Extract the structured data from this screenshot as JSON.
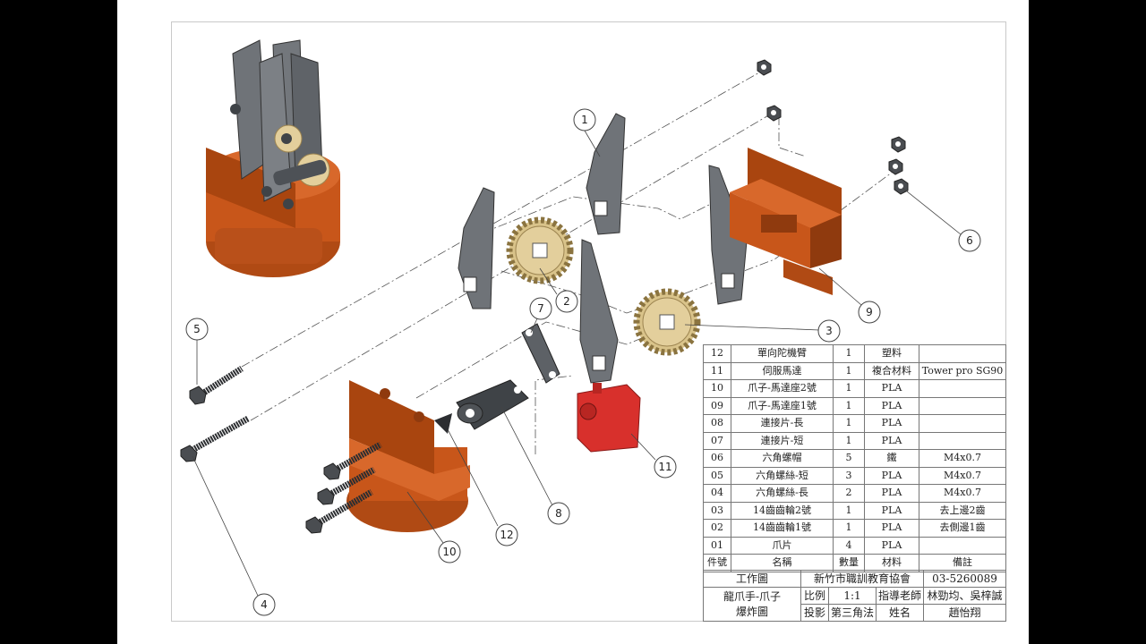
{
  "balloons": [
    "1",
    "2",
    "3",
    "4",
    "5",
    "6",
    "7",
    "8",
    "9",
    "10",
    "11",
    "12"
  ],
  "bom": {
    "rows": [
      {
        "no": "12",
        "name": "單向陀機臂",
        "qty": "1",
        "material": "塑料",
        "remark": ""
      },
      {
        "no": "11",
        "name": "伺服馬達",
        "qty": "1",
        "material": "複合材料",
        "remark": "Tower pro SG90"
      },
      {
        "no": "10",
        "name": "爪子-馬達座2號",
        "qty": "1",
        "material": "PLA",
        "remark": ""
      },
      {
        "no": "09",
        "name": "爪子-馬達座1號",
        "qty": "1",
        "material": "PLA",
        "remark": ""
      },
      {
        "no": "08",
        "name": "連接片-長",
        "qty": "1",
        "material": "PLA",
        "remark": ""
      },
      {
        "no": "07",
        "name": "連接片-短",
        "qty": "1",
        "material": "PLA",
        "remark": ""
      },
      {
        "no": "06",
        "name": "六角螺帽",
        "qty": "5",
        "material": "鐵",
        "remark": "M4x0.7"
      },
      {
        "no": "05",
        "name": "六角螺絲-短",
        "qty": "3",
        "material": "PLA",
        "remark": "M4x0.7"
      },
      {
        "no": "04",
        "name": "六角螺絲-長",
        "qty": "2",
        "material": "PLA",
        "remark": "M4x0.7"
      },
      {
        "no": "03",
        "name": "14齒齒輪2號",
        "qty": "1",
        "material": "PLA",
        "remark": "去上邊2齒"
      },
      {
        "no": "02",
        "name": "14齒齒輪1號",
        "qty": "1",
        "material": "PLA",
        "remark": "去側邊1齒"
      },
      {
        "no": "01",
        "name": "爪片",
        "qty": "4",
        "material": "PLA",
        "remark": ""
      }
    ],
    "header": {
      "no": "件號",
      "name": "名稱",
      "qty": "數量",
      "material": "材料",
      "remark": "備註"
    }
  },
  "title_block": {
    "drawing_type": "工作圖",
    "organization": "新竹市職訓教育協會",
    "phone": "03-5260089",
    "drawing_name_1": "龍爪手-爪子",
    "drawing_name_2": "爆炸圖",
    "scale_label": "比例",
    "scale_value": "1:1",
    "instructor_label": "指導老師",
    "instructors": "林勁均、吳梓誠",
    "projection_label": "投影",
    "projection_value": "第三角法",
    "name_label": "姓名",
    "author": "趙怡翔"
  },
  "colors": {
    "orange": "#c8561a",
    "orange_dark": "#8f3a0e",
    "gray_plate": "#6f7378",
    "gray_dark": "#3f4347",
    "gear": "#e3cf9c",
    "servo_red": "#d8302c",
    "screw": "#2c2e31"
  }
}
